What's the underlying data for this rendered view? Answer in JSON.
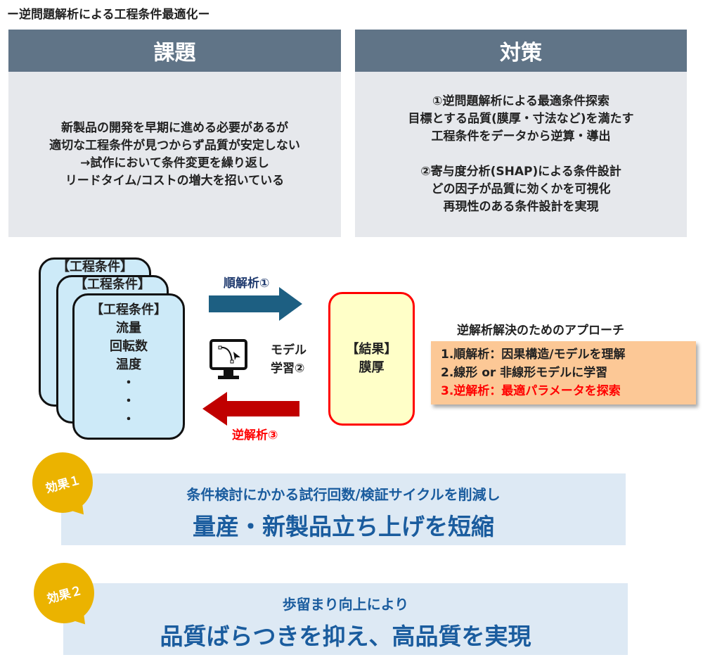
{
  "title": "ー逆問題解析による工程条件最適化ー",
  "problem": {
    "header": "課題",
    "lines": [
      "新製品の開発を早期に進める必要があるが",
      "適切な工程条件が見つからず品質が安定しない",
      "→試作において条件変更を繰り返し",
      "リードタイム/コストの増大を招いている"
    ]
  },
  "solution": {
    "header": "対策",
    "lines": [
      "①逆問題解析による最適条件探索",
      "目標とする品質(膜厚・寸法など)を満たす",
      "工程条件をデータから逆算・導出",
      "",
      "②寄与度分析(SHAP)による条件設計",
      "どの因子が品質に効くかを可視化",
      "再現性のある条件設計を実現"
    ]
  },
  "diagram": {
    "card_title": "【工程条件】",
    "card_items": [
      "流量",
      "回転数",
      "温度",
      "・",
      "・",
      "・"
    ],
    "forward_label": "順解析①",
    "model_label": [
      "モデル",
      "学習②"
    ],
    "inverse_label": "逆解析③",
    "result_title": "【結果】",
    "result_item": "膜厚",
    "colors": {
      "forward": "#1d5f82",
      "inverse": "#c00000",
      "result_border": "#ff0000"
    }
  },
  "approach": {
    "title": "逆解析解決のためのアプローチ",
    "items": [
      "1.順解析：因果構造/モデルを理解",
      "2.線形 or 非線形モデルに学習",
      "3.逆解析：最適パラメータを探索"
    ]
  },
  "effects": [
    {
      "badge": "効果１",
      "sub": "条件検討にかかる試行回数/検証サイクルを削減し",
      "main": "量産・新製品立ち上げを短縮"
    },
    {
      "badge": "効果２",
      "sub": "歩留まり向上により",
      "main": "品質ばらつきを抑え、高品質を実現"
    }
  ]
}
